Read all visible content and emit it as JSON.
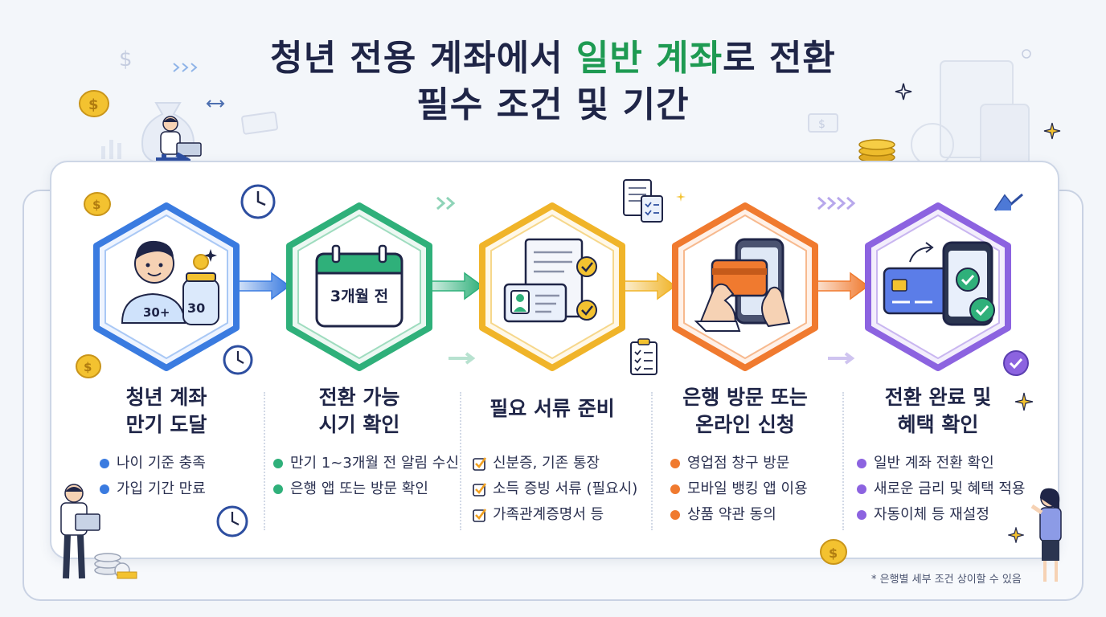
{
  "title": {
    "line1_part1": "청년 전용 계좌에서 ",
    "line1_accent": "일반 계좌",
    "line1_part2": "로 전환",
    "line2": "필수 조건 및 기간"
  },
  "colors": {
    "step1": "#3a7be0",
    "step2": "#2fb07a",
    "step3": "#f0b429",
    "step4": "#f07a2f",
    "step5": "#8c63e0",
    "accent_title": "#1e9a52"
  },
  "steps": [
    {
      "title_lines": [
        "청년 계좌",
        "만기 도달"
      ],
      "icon": "person-with-savings-jar-icon",
      "jar_label": "30",
      "shirt_label": "30+",
      "bullets": [
        "나이 기준 충족",
        "가입 기간 만료"
      ]
    },
    {
      "title_lines": [
        "전환 가능",
        "시기 확인"
      ],
      "icon": "calendar-icon",
      "calendar_text": "3개월 전",
      "bullets": [
        "만기 1~3개월 전 알림 수신",
        "은행 앱 또는 방문 확인"
      ]
    },
    {
      "title_lines": [
        "필요 서류 준비"
      ],
      "icon": "documents-id-card-icon",
      "bullets": [
        "신분증, 기존 통장",
        "소득 증빙 서류 (필요시)",
        "가족관계증명서 등"
      ]
    },
    {
      "title_lines": [
        "은행 방문 또는",
        "온라인 신청"
      ],
      "icon": "phone-and-card-icon",
      "bullets": [
        "영업점 창구 방문",
        "모바일 뱅킹 앱 이용",
        "상품 약관 동의"
      ]
    },
    {
      "title_lines": [
        "전환 완료 및",
        "혜택 확인"
      ],
      "icon": "card-and-phone-check-icon",
      "bullets": [
        "일반 계좌 전환 확인",
        "새로운 금리 및 혜택 적용",
        "자동이체 등 재설정"
      ]
    }
  ],
  "footnote": "* 은행별 세부 조건 상이할 수 있음"
}
